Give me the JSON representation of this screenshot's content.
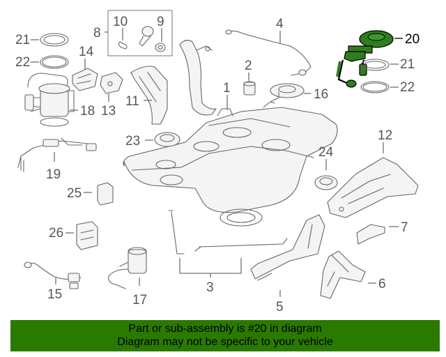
{
  "callouts": {
    "c1": "1",
    "c2": "2",
    "c3": "3",
    "c4": "4",
    "c5": "5",
    "c6": "6",
    "c7": "7",
    "c8": "8",
    "c9": "9",
    "c10": "10",
    "c11": "11",
    "c12": "12",
    "c13": "13",
    "c14": "14",
    "c15": "15",
    "c16": "16",
    "c17": "17",
    "c18": "18",
    "c19": "19",
    "c20": "20",
    "c21a": "21",
    "c21b": "21",
    "c22a": "22",
    "c22b": "22",
    "c23": "23",
    "c24": "24",
    "c25": "25",
    "c26": "26"
  },
  "highlight": {
    "part": "20",
    "color": "#2a7a00"
  },
  "banner": {
    "line1": "Part or sub-assembly is #20 in diagram",
    "line2": "Diagram may not be specific to your vehicle",
    "background": "#2a7a00"
  }
}
